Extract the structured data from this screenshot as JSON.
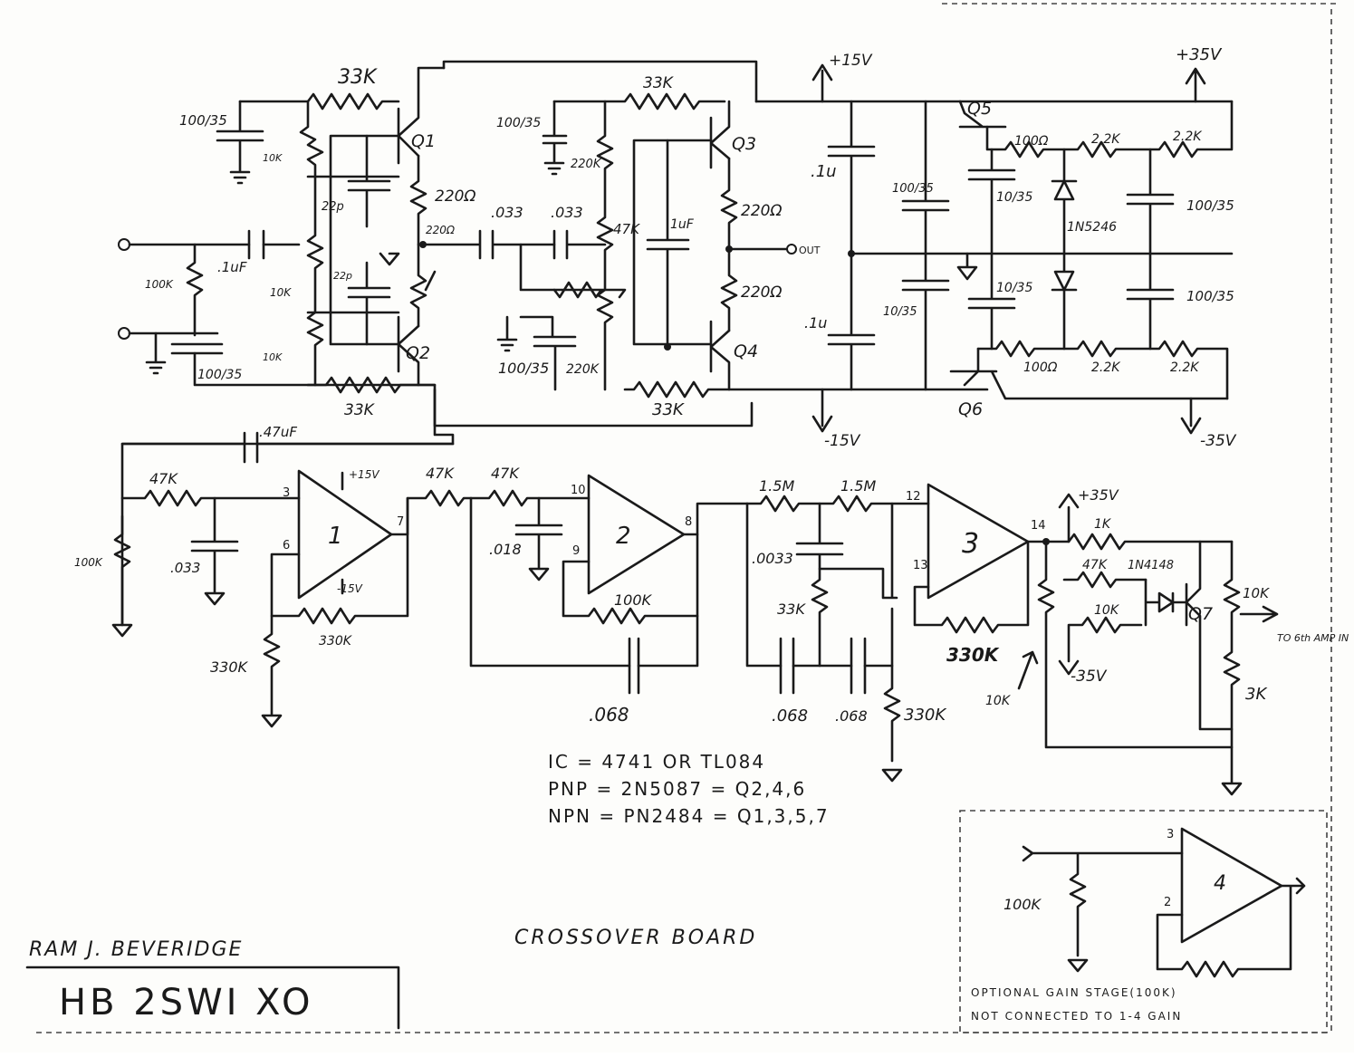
{
  "title": "CROSSOVER BOARD",
  "author": "RAM   J.   BEVERIDGE",
  "model": "HB 2SWI XO",
  "notes": [
    "IC = 4741 OR TL084",
    "PNP = 2N5087 = Q2,4,6",
    "NPN = PN2484 = Q1,3,5,7"
  ],
  "supplies": {
    "p15": "+15V",
    "m15": "-15V",
    "p35": "+35V",
    "m35": "-35V",
    "p35b": "+35V",
    "m35b": "-35V",
    "p15op": "+15V",
    "m15op": "-15V"
  },
  "transistors": {
    "q1": "Q1",
    "q2": "Q2",
    "q3": "Q3",
    "q4": "Q4",
    "q5": "Q5",
    "q6": "Q6",
    "q7": "Q7"
  },
  "opamps": {
    "oa1": "1",
    "oa2": "2",
    "oa3": "3",
    "oa4": "4"
  },
  "pins": {
    "p1in": "3",
    "p1fb": "6",
    "p1out": "7",
    "p2in": "10",
    "p2fb": "9",
    "p2out": "8",
    "p3in": "12",
    "p3fb": "13",
    "p3out": "14",
    "p4in": "3",
    "p4fb": "2"
  },
  "components": {
    "r33k_top": "33K",
    "r33k_mid": "33K",
    "r33k_bot1": "33K",
    "r33k_bot2": "33K",
    "r220_a": "220Ω",
    "r220_b": "220Ω",
    "r220_c": "220Ω",
    "r220_d": "220Ω",
    "c033_a": ".033",
    "c033_b": ".033",
    "c1uf_in": ".1uF",
    "r100k_in": "100K",
    "c100_35_in": "100/35",
    "c100_35_top": "100/35",
    "c100_35_mid": "100/35",
    "c100_35_bot": "100/35",
    "r220k_a": "220K",
    "r220k_b": "220K",
    "r47k_mid": "47K",
    "c1uf_mid": "1uF",
    "c22p": "22p",
    "c22p_b": "22p",
    "r10k_a": "10K",
    "r10k_b": "10K",
    "r10k_c": "10K",
    "c1u_rail": ".1u",
    "c1u_rail_b": ".1u",
    "c100_35_rail": "100/35",
    "c10_35_rail": "10/35",
    "c10_35_q5": "10/35",
    "c10_35_q6": "10/35",
    "r100_q5": "100Ω",
    "r22k_q5a": "2.2K",
    "r22k_q5b": "2.2K",
    "r100_q6": "100Ω",
    "r22k_q6a": "2.2K",
    "r22k_q6b": "2.2K",
    "zener": "1N5246",
    "cap_p1": "100/35",
    "cap_p2": "100/35",
    "c47uf": ".47uF",
    "r47k_oa1": "47K",
    "r100k_oa1": "100K",
    "c033_oa1": ".033",
    "r330k_oa1": "330K",
    "r330k_fb1": "330K",
    "r47k_a": "47K",
    "r47k_b": "47K",
    "c018": ".018",
    "r100k_oa2": "100K",
    "c068_a": ".068",
    "r15m_a": "1.5M",
    "r15m_b": "1.5M",
    "c0033": ".0033",
    "r33k_oa3": "33K",
    "c068_b": ".068",
    "c068_c": ".068",
    "r330k_oa3": "330K",
    "r330k_fb3": "330K",
    "r10k_pot": "10K",
    "r1k": "1K",
    "r47k_q7": "47K",
    "r10k_q7": "10K",
    "diode": "1N4148",
    "r10k_out": "10K",
    "r3k": "3K",
    "out_label": "OUT",
    "to_amp": "TO 6th AMP IN",
    "r100k_oa4": "100K"
  },
  "optional_box": [
    "OPTIONAL GAIN STAGE(100K)",
    "NOT CONNECTED TO 1-4 GAIN"
  ]
}
